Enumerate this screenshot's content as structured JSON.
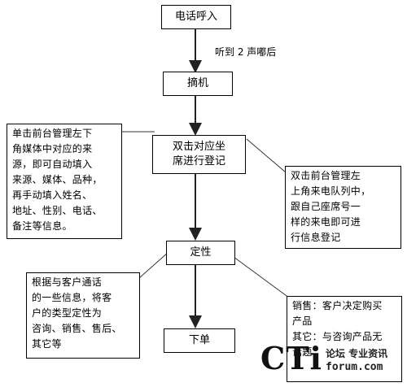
{
  "flow": {
    "call_in": "电话呼入",
    "after_beep": "听到 2 声嘟后",
    "pick_up": "摘机",
    "register": "双击对应坐\n席进行登记",
    "classify": "定性",
    "order": "下单"
  },
  "notes": {
    "left_top": "单击前台管理左下\n角媒体中对应的来\n源，即可自动填入\n来源、媒体、品种，\n再手动填入姓名、\n地址、性别、电话、\n备注等信息。",
    "right_mid": "双击前台管理左\n上角来电队列中，\n跟自己座席号一\n样的来电即可进\n行信息登记",
    "left_bottom": "根据与客户通话\n的一些信息，将客\n户的类型定性为\n咨询、销售、售后、\n其它等",
    "right_bottom": "销售：客户决定购买\n产品\n其它：与咨询产品无\n话题"
  },
  "watermark": {
    "big": "CTi",
    "small": "论坛 专业资讯",
    "site": "forum.com"
  }
}
